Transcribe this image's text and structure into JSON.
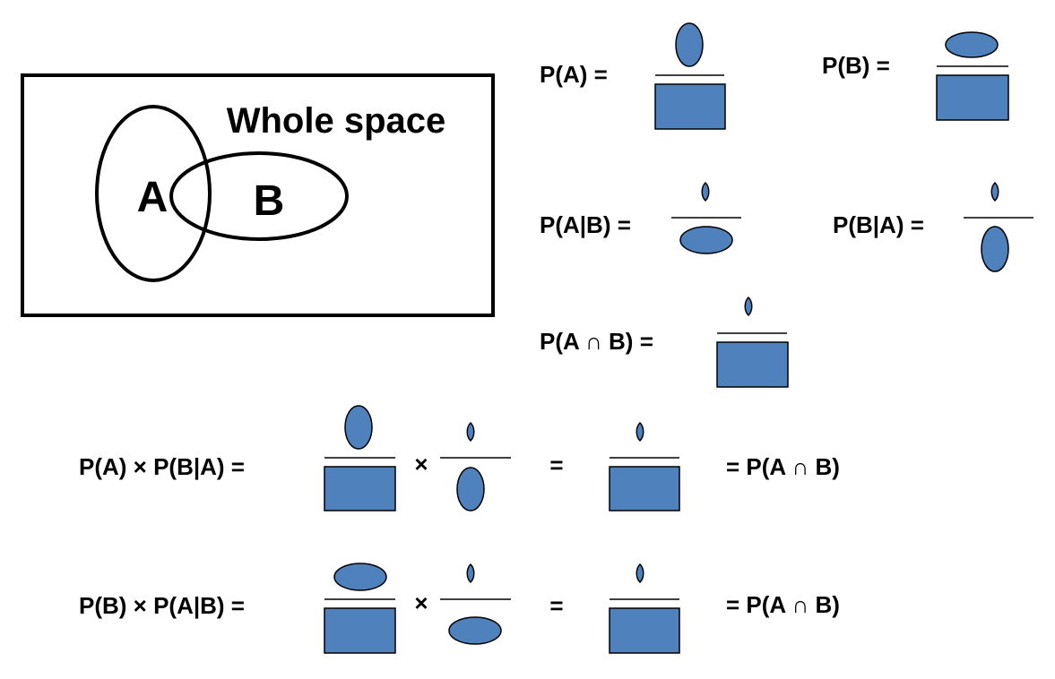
{
  "venn": {
    "title": "Whole space",
    "label_a": "A",
    "label_b": "B"
  },
  "formulas": {
    "p_a": "P(A)  =",
    "p_b": "P(B)  =",
    "p_a_given_b": "P(A|B) =",
    "p_b_given_a": "P(B|A) =",
    "p_a_and_b": "P(A ∩ B) =",
    "row1_lhs": "P(A) × P(B|A) =",
    "row2_lhs": "P(B) × P(A|B) =",
    "times": "×",
    "equals": "=",
    "rhs": "=   P(A ∩ B)"
  },
  "colors": {
    "shape_fill": "#4f81bd",
    "stroke": "#000000"
  }
}
